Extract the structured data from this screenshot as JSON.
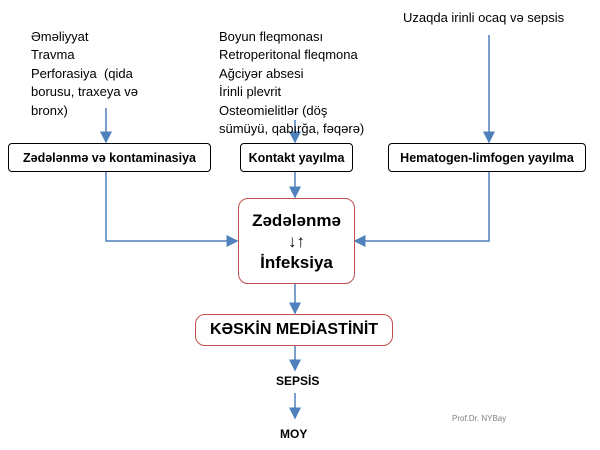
{
  "causes_left": [
    "Əməliyyat",
    "Travma",
    "Perforasiya  (qida",
    "borusu, traxeya və",
    "bronx)"
  ],
  "causes_middle": [
    "Boyun fleqmonası",
    "Retroperitonal fleqmona",
    "Ağciyər absesi",
    "İrinli plevrit",
    "Osteomielitlər (döş",
    "sümüyü, qabırğa, fəqərə)"
  ],
  "causes_right": [
    "Uzaqda irinli ocaq və sepsis"
  ],
  "boxes": {
    "left": "Zədələnmə və kontaminasiya",
    "middle": "Kontakt yayılma",
    "right": "Hematogen-limfogen yayılma"
  },
  "center": {
    "line1": "Zədələnmə",
    "arrows": "↓↑",
    "line2": "İnfeksiya"
  },
  "main": "KƏSKİN  MEDİASTİNİT",
  "sepsis": "SEPSİS",
  "moy": "MOY",
  "author": "Prof.Dr. NYBay",
  "colors": {
    "arrow": "#4f81bd",
    "highlight_border": "#c0504d"
  }
}
